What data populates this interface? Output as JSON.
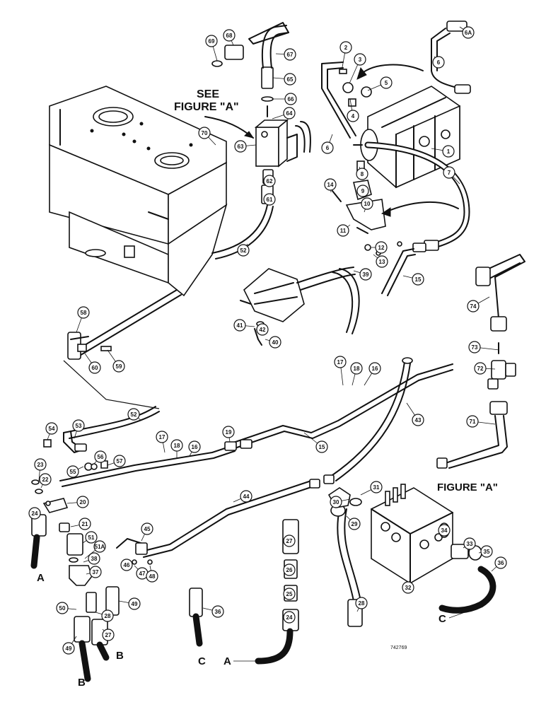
{
  "see_figure_label": [
    "SEE",
    "FIGURE \"A\""
  ],
  "figure_a_label": "FIGURE \"A\"",
  "drawing_number": "742769",
  "connector_letters": [
    "A",
    "A",
    "B",
    "B",
    "C",
    "C"
  ],
  "callouts": [
    "1",
    "2",
    "3",
    "4",
    "5",
    "6",
    "6",
    "6A",
    "7",
    "8",
    "9",
    "10",
    "11",
    "12",
    "13",
    "14",
    "15",
    "15",
    "16",
    "16",
    "17",
    "17",
    "18",
    "18",
    "19",
    "20",
    "21",
    "22",
    "23",
    "24",
    "24",
    "25",
    "26",
    "27",
    "27",
    "28",
    "28",
    "29",
    "30",
    "31",
    "32",
    "33",
    "34",
    "35",
    "36",
    "36",
    "37",
    "38",
    "39",
    "40",
    "41",
    "42",
    "43",
    "44",
    "45",
    "46",
    "47",
    "48",
    "49",
    "49",
    "50",
    "51",
    "51A",
    "52",
    "52",
    "53",
    "54",
    "55",
    "56",
    "57",
    "58",
    "59",
    "60",
    "61",
    "62",
    "63",
    "64",
    "65",
    "66",
    "67",
    "68",
    "69",
    "70",
    "71",
    "72",
    "73",
    "74"
  ]
}
